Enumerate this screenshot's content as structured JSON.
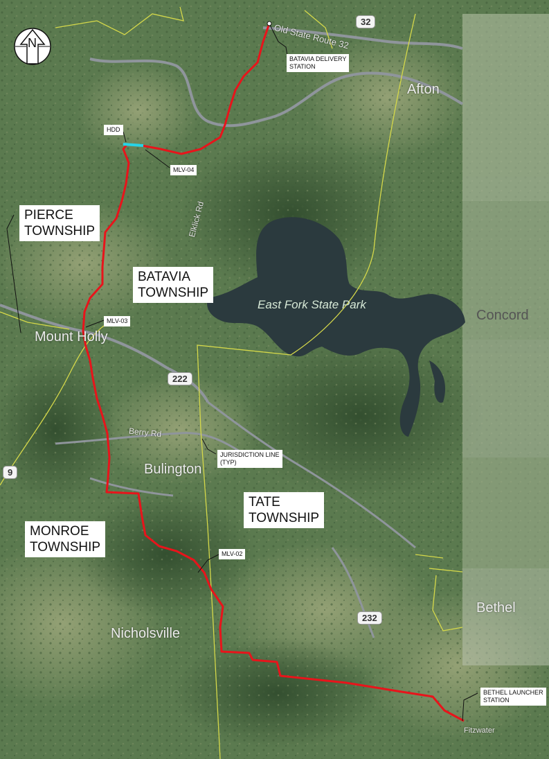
{
  "colors": {
    "pipeline": "#e8141b",
    "hdd": "#27d3e6",
    "jurisdiction": "#d6d94a",
    "water": "#2b3a3e",
    "land": "#5b7a4f",
    "field": "#8d9a6e",
    "road": "#8f959c"
  },
  "north_arrow": {
    "letter": "N",
    "icon": "north-arrow-icon"
  },
  "townships": {
    "pierce": {
      "line1": "PIERCE",
      "line2": "TOWNSHIP"
    },
    "batavia": {
      "line1": "BATAVIA",
      "line2": "TOWNSHIP"
    },
    "tate": {
      "line1": "TATE",
      "line2": "TOWNSHIP"
    },
    "monroe": {
      "line1": "MONROE",
      "line2": "TOWNSHIP"
    }
  },
  "callouts": {
    "batavia_delivery": {
      "line1": "BATAVIA DELIVERY",
      "line2": "STATION"
    },
    "hdd": "HDD",
    "mlv04": "MLV-04",
    "mlv03": "MLV-03",
    "mlv02": "MLV-02",
    "jurisdiction": {
      "line1": "JURISDICTION LINE",
      "line2": "(TYP)"
    },
    "bethel_launcher": {
      "line1": "BETHEL LAUNCHER",
      "line2": "STATION"
    }
  },
  "places": {
    "afton": "Afton",
    "mount_holly": "Mount Holly",
    "concord": "Concord",
    "bethel": "Bethel",
    "nicholsville": "Nicholsville",
    "bulington": "Bulington"
  },
  "lake_label": "East Fork State Park",
  "roads": {
    "old_state_route": "Old State Route 32",
    "elklick": "Elklick Rd",
    "berry": "Berry Rd",
    "fitzwater": "Fitzwater"
  },
  "shields": {
    "r32": "32",
    "r222": "222",
    "r232": "232",
    "r9": "9"
  }
}
